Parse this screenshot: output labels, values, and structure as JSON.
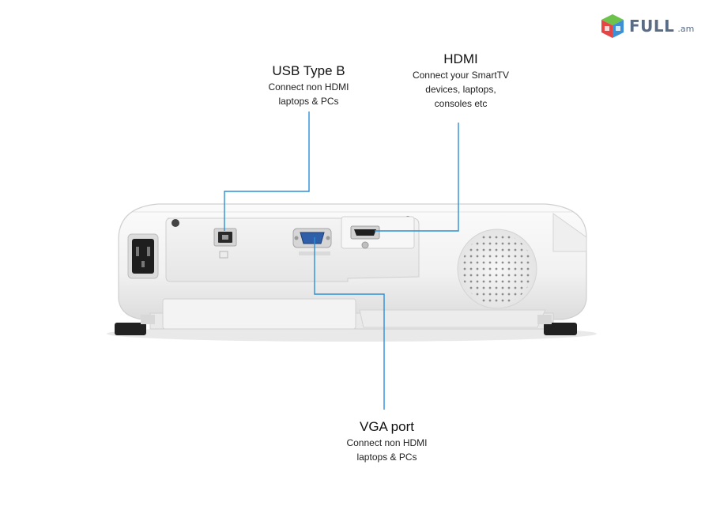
{
  "logo": {
    "name": "FULL",
    "suffix": ".am",
    "colors": {
      "text": "#5a6b85",
      "green": "#6cc24a",
      "red": "#e64545",
      "blue": "#3d8fd6"
    }
  },
  "callouts": {
    "usb": {
      "title": "USB Type B",
      "desc_line1": "Connect non HDMI",
      "desc_line2": "laptops & PCs"
    },
    "hdmi": {
      "title": "HDMI",
      "desc_line1": "Connect your SmartTV",
      "desc_line2": "devices, laptops,",
      "desc_line3": "consoles etc"
    },
    "vga": {
      "title": "VGA port",
      "desc_line1": "Connect non HDMI",
      "desc_line2": "laptops & PCs"
    }
  },
  "leader_line_color": "#2a8fd8",
  "device": {
    "type": "projector rear panel",
    "ports": [
      "power-inlet",
      "usb-type-b",
      "vga",
      "hdmi",
      "speaker-grille"
    ]
  }
}
